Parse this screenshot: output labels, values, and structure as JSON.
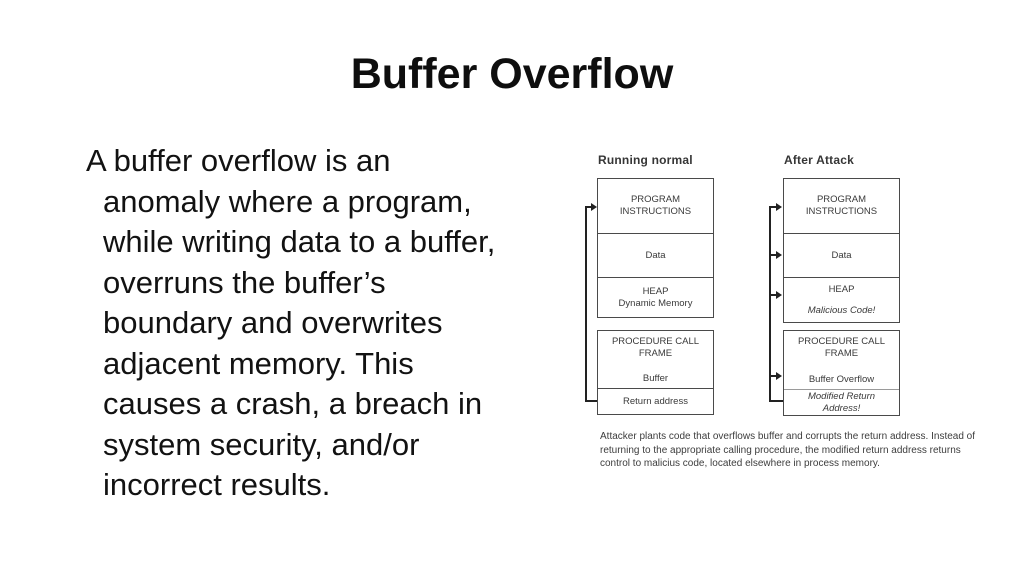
{
  "colors": {
    "text": "#121212",
    "diagram_ink": "#3a3a3a",
    "diagram_line": "#4a4a4a",
    "background": "#ffffff"
  },
  "slide": {
    "title": "Buffer Overflow",
    "body_lines": [
      "A buffer overflow is an",
      "anomaly where a program,",
      "while writing data to a buffer,",
      "overruns the buffer’s",
      "boundary and overwrites",
      "adjacent memory. This",
      "causes a crash, a breach in",
      "system security, and/or",
      "incorrect results."
    ]
  },
  "diagram": {
    "normal": {
      "title": "Running normal",
      "program": "PROGRAM\nINSTRUCTIONS",
      "data": "Data",
      "heap": "HEAP\nDynamic Memory",
      "frame": "PROCEDURE CALL\nFRAME",
      "buffer": "Buffer",
      "return": "Return address"
    },
    "attack": {
      "title": "After Attack",
      "program": "PROGRAM\nINSTRUCTIONS",
      "data": "Data",
      "heap_label": "HEAP",
      "heap_sub": "Malicious Code!",
      "frame": "PROCEDURE CALL\nFRAME",
      "buffer": "Buffer Overflow",
      "return": "Modified Return\nAddress!"
    },
    "caption": "Attacker plants code that overflows buffer and corrupts the return address. Instead of\nreturning to the appropriate calling procedure, the modified return address returns\ncontrol to malicius code, located elsewhere in process memory."
  }
}
